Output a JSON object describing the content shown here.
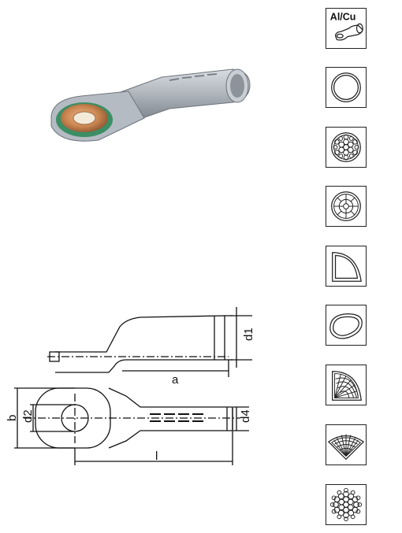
{
  "product": {
    "material_tile_label": "Al/Cu"
  },
  "dimensions": {
    "a": "a",
    "b": "b",
    "l": "l",
    "d1": "d1",
    "d2": "d2",
    "d4": "d4"
  },
  "conductor_icons": [
    "al-cu-lug-icon",
    "round-solid-icon",
    "round-stranded-compacted-icon",
    "round-stranded-segmented-icon",
    "sector-solid-icon",
    "oval-solid-icon",
    "sector-stranded-icon",
    "sector-stranded-wide-icon",
    "round-stranded-icon"
  ],
  "colors": {
    "lug_aluminium": "#b7bcc3",
    "lug_copper": "#c98a55",
    "seal_green": "#2f8a5a",
    "line": "#111111"
  }
}
